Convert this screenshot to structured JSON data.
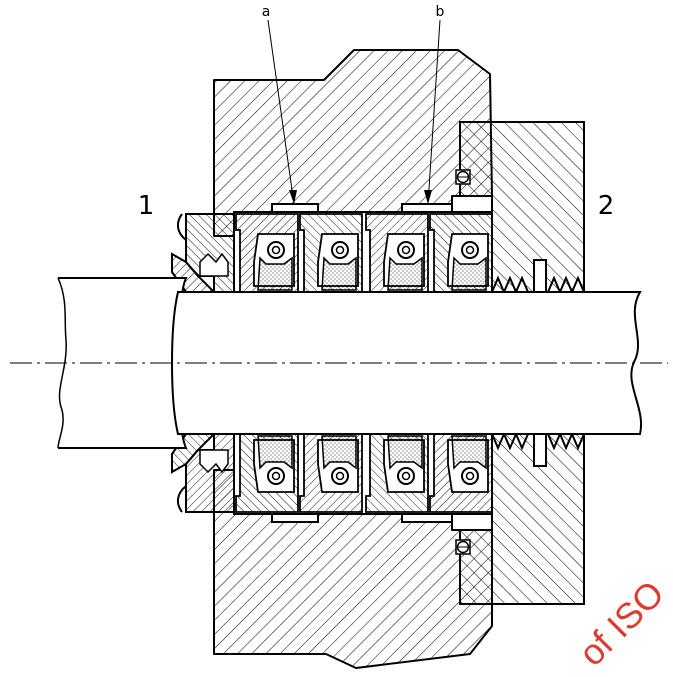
{
  "labels": {
    "callout_a": "a",
    "callout_b": "b",
    "side_1": "1",
    "side_2": "2"
  },
  "watermark": {
    "text": "of ISO",
    "color": "#e03a2e"
  },
  "colors": {
    "ink": "#000000",
    "paper": "#ffffff"
  }
}
